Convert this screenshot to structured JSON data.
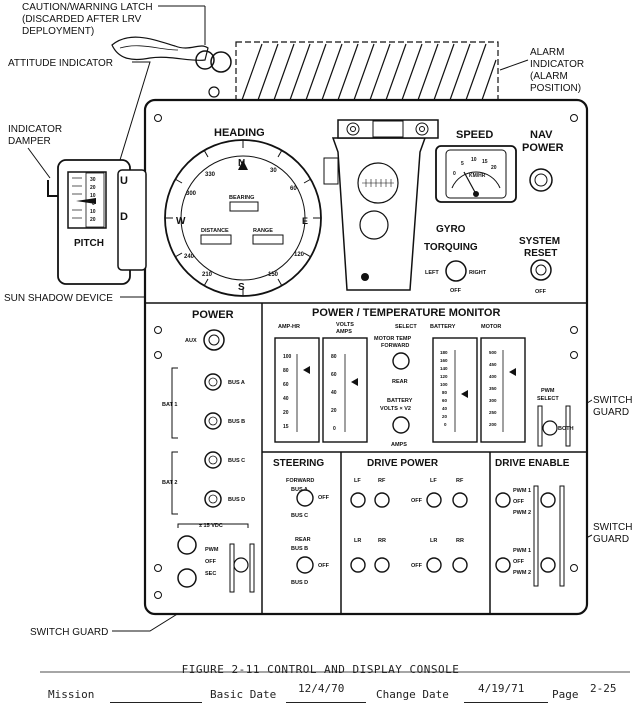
{
  "callouts": {
    "caution_latch": [
      "CAUTION/WARNING LATCH",
      "(DISCARDED AFTER LRV",
      "DEPLOYMENT)"
    ],
    "attitude_indicator": "ATTITUDE INDICATOR",
    "indicator_damper": [
      "INDICATOR",
      "DAMPER"
    ],
    "sun_shadow": "SUN SHADOW DEVICE",
    "switch_guard_left": "SWITCH GUARD",
    "alarm_indicator": [
      "ALARM",
      "INDICATOR",
      "(ALARM",
      "POSITION)"
    ],
    "switch_guard_right_1": [
      "SWITCH",
      "GUARD"
    ],
    "switch_guard_right_2": [
      "SWITCH",
      "GUARD"
    ]
  },
  "pitch": {
    "label": "PITCH",
    "u": "U",
    "d": "D",
    "ticks": [
      "30",
      "20",
      "10",
      "0",
      "10",
      "20"
    ]
  },
  "heading": {
    "label": "HEADING",
    "compass": [
      "N",
      "E",
      "S",
      "W"
    ],
    "numbers": [
      "330",
      "30",
      "60",
      "300",
      "120",
      "240",
      "150",
      "210"
    ],
    "fields": [
      "BEARING",
      "DISTANCE",
      "RANGE"
    ]
  },
  "speed": {
    "label": "SPEED",
    "unit": "KM/HR",
    "ticks": [
      "0",
      "5",
      "10",
      "15",
      "20"
    ]
  },
  "nav_power": [
    "NAV",
    "POWER"
  ],
  "gyro": {
    "label": [
      "GYRO",
      "TORQUING"
    ],
    "left": "LEFT",
    "right": "RIGHT",
    "off": "OFF"
  },
  "system_reset": {
    "label": [
      "SYSTEM",
      "RESET"
    ],
    "off": "OFF"
  },
  "power": {
    "label": "POWER",
    "aux": "AUX",
    "buses": [
      "BUS A",
      "BUS B",
      "BUS C",
      "BUS D"
    ],
    "bat1": "BAT 1",
    "bat2": "BAT 2",
    "vdc": "± 15 VDC",
    "pwm": "PWM",
    "off": "OFF",
    "sec": "SEC"
  },
  "ptm": {
    "label": "POWER / TEMPERATURE MONITOR",
    "amp_hr": "AMP-HR",
    "volts_amps": [
      "VOLTS",
      "AMPS"
    ],
    "battery": "BATTERY",
    "motor": "MOTOR",
    "select": "SELECT",
    "motor_temp": [
      "MOTOR TEMP",
      "FORWARD"
    ],
    "rear": "REAR",
    "battery_volts": [
      "BATTERY",
      "VOLTS × V2"
    ],
    "amps": "AMPS",
    "amp_scale": [
      "100",
      "80",
      "60",
      "40",
      "20",
      "15"
    ],
    "volt_scale": [
      "80",
      "60",
      "40",
      "20",
      "0"
    ],
    "batt_scale": [
      "180",
      "160",
      "140",
      "120",
      "100",
      "80",
      "60",
      "40",
      "20",
      "0"
    ],
    "motor_scale": [
      "500",
      "450",
      "400",
      "350",
      "300",
      "250",
      "200"
    ],
    "pwm_select": [
      "PWM",
      "SELECT"
    ],
    "both": "BOTH"
  },
  "steering": {
    "label": "STEERING",
    "forward": "FORWARD",
    "rear": "REAR",
    "bus_a": "BUS A",
    "bus_b": "BUS B",
    "bus_c": "BUS C",
    "bus_d": "BUS D",
    "off": "OFF"
  },
  "drive_power": {
    "label": "DRIVE POWER",
    "wheels": [
      "LF",
      "RF",
      "LR",
      "RR"
    ],
    "off": "OFF"
  },
  "drive_enable": {
    "label": "DRIVE ENABLE",
    "pwm1": "PWM 1",
    "pwm2": "PWM 2",
    "off": "OFF"
  },
  "caption": "FIGURE 2-11  CONTROL AND DISPLAY CONSOLE",
  "footer": {
    "mission_label": "Mission",
    "basic_date_label": "Basic Date",
    "basic_date": "12/4/70",
    "change_date_label": "Change Date",
    "change_date": "4/19/71",
    "page_label": "Page",
    "page": "2-25"
  }
}
